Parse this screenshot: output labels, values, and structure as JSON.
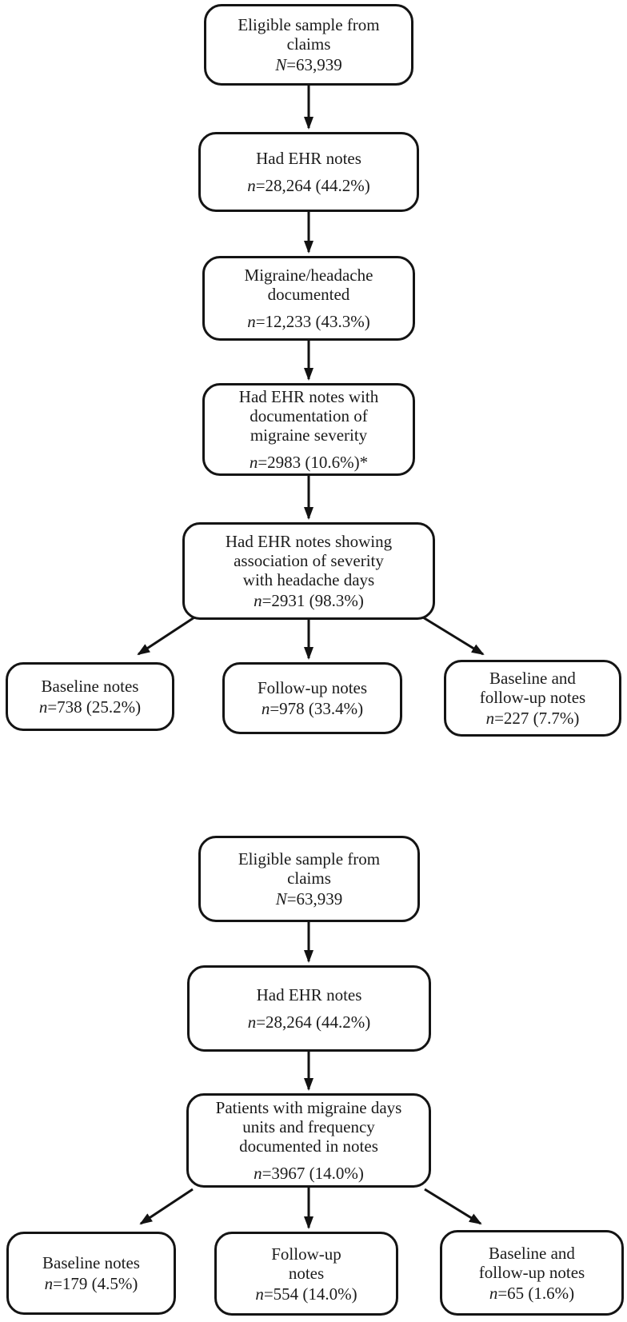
{
  "figure": {
    "description": "Patient attrition flow diagrams",
    "colors": {
      "background": "#ffffff",
      "box_fill": "#ffffff",
      "line": "#121212",
      "text": "#1b1b1b"
    },
    "charts": [
      {
        "name": "migraine-severity-flow",
        "boxes": {
          "eligible": {
            "line1": "Eligible sample from",
            "line2": "claims",
            "stat_prefix": "N",
            "stat_value": "=63,939"
          },
          "had_ehr_notes": {
            "line1": "Had EHR notes",
            "stat_prefix": "n",
            "stat_value": "=28,264 (44.2%)"
          },
          "migraine_documented": {
            "line1": "Migraine/headache",
            "line2": "documented",
            "stat_prefix": "n",
            "stat_value": "=12,233 (43.3%)"
          },
          "severity_documented": {
            "line1": "Had EHR notes with",
            "line2": "documentation of",
            "line3": "migraine severity",
            "stat_prefix": "n",
            "stat_value": "=2983 (10.6%)*"
          },
          "severity_association": {
            "line1": "Had EHR notes showing",
            "line2": "association of severity",
            "line3": "with headache days",
            "stat_prefix": "n",
            "stat_value": "=2931 (98.3%)"
          },
          "baseline_notes": {
            "line1": "Baseline notes",
            "stat_prefix": "n",
            "stat_value": "=738 (25.2%)"
          },
          "followup_notes": {
            "line1": "Follow-up notes",
            "stat_prefix": "n",
            "stat_value": "=978 (33.4%)"
          },
          "baseline_and_followup_notes": {
            "line1": "Baseline and",
            "line2": "follow-up notes",
            "stat_prefix": "n",
            "stat_value": "=227 (7.7%)"
          }
        }
      },
      {
        "name": "migraine-days-frequency-flow",
        "boxes": {
          "eligible": {
            "line1": "Eligible sample from",
            "line2": "claims",
            "stat_prefix": "N",
            "stat_value": "=63,939"
          },
          "had_ehr_notes": {
            "line1": "Had EHR notes",
            "stat_prefix": "n",
            "stat_value": "=28,264 (44.2%)"
          },
          "days_frequency_documented": {
            "line1": "Patients with migraine days",
            "line2": "units and frequency",
            "line3": "documented in notes",
            "stat_prefix": "n",
            "stat_value": "=3967 (14.0%)"
          },
          "baseline_notes": {
            "line1": "Baseline notes",
            "stat_prefix": "n",
            "stat_value": "=179 (4.5%)"
          },
          "followup_notes": {
            "line1": "Follow-up",
            "line2": "notes",
            "stat_prefix": "n",
            "stat_value": "=554 (14.0%)"
          },
          "baseline_and_followup_notes": {
            "line1": "Baseline and",
            "line2": "follow-up notes",
            "stat_prefix": "n",
            "stat_value": "=65 (1.6%)"
          }
        }
      }
    ]
  }
}
